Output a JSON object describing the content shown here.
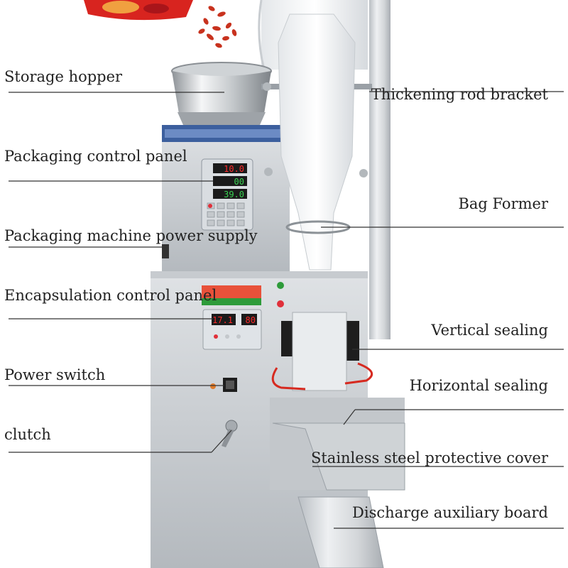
{
  "labels_left": [
    {
      "id": "storage-hopper",
      "text": "Storage hopper"
    },
    {
      "id": "packaging-control-panel",
      "text": "Packaging control panel"
    },
    {
      "id": "packaging-machine-power-supply",
      "text": "Packaging machine power supply"
    },
    {
      "id": "encapsulation-control-panel",
      "text": "Encapsulation control panel"
    },
    {
      "id": "power-switch",
      "text": "Power switch"
    },
    {
      "id": "clutch",
      "text": "clutch"
    }
  ],
  "labels_right": [
    {
      "id": "thickening-rod-bracket",
      "text": "Thickening rod bracket"
    },
    {
      "id": "bag-former",
      "text": "Bag Former"
    },
    {
      "id": "vertical-sealing",
      "text": "Vertical sealing"
    },
    {
      "id": "horizontal-sealing",
      "text": "Horizontal sealing"
    },
    {
      "id": "stainless-steel-protective-cover",
      "text": "Stainless steel protective cover"
    },
    {
      "id": "discharge-auxiliary-board",
      "text": "Discharge auxiliary board"
    }
  ],
  "displays": {
    "upper_row1": "10.0",
    "upper_row2": "00",
    "upper_row3": "39.0",
    "lower_left": "17.1",
    "lower_right": "80"
  },
  "colors": {
    "steel_light": "#e6e8ea",
    "steel_dark": "#9ea3a8",
    "panel_blue": "#3c5f9e",
    "display_red": "#ff2a2a",
    "display_green": "#39d353",
    "leader_line": "#333333"
  }
}
